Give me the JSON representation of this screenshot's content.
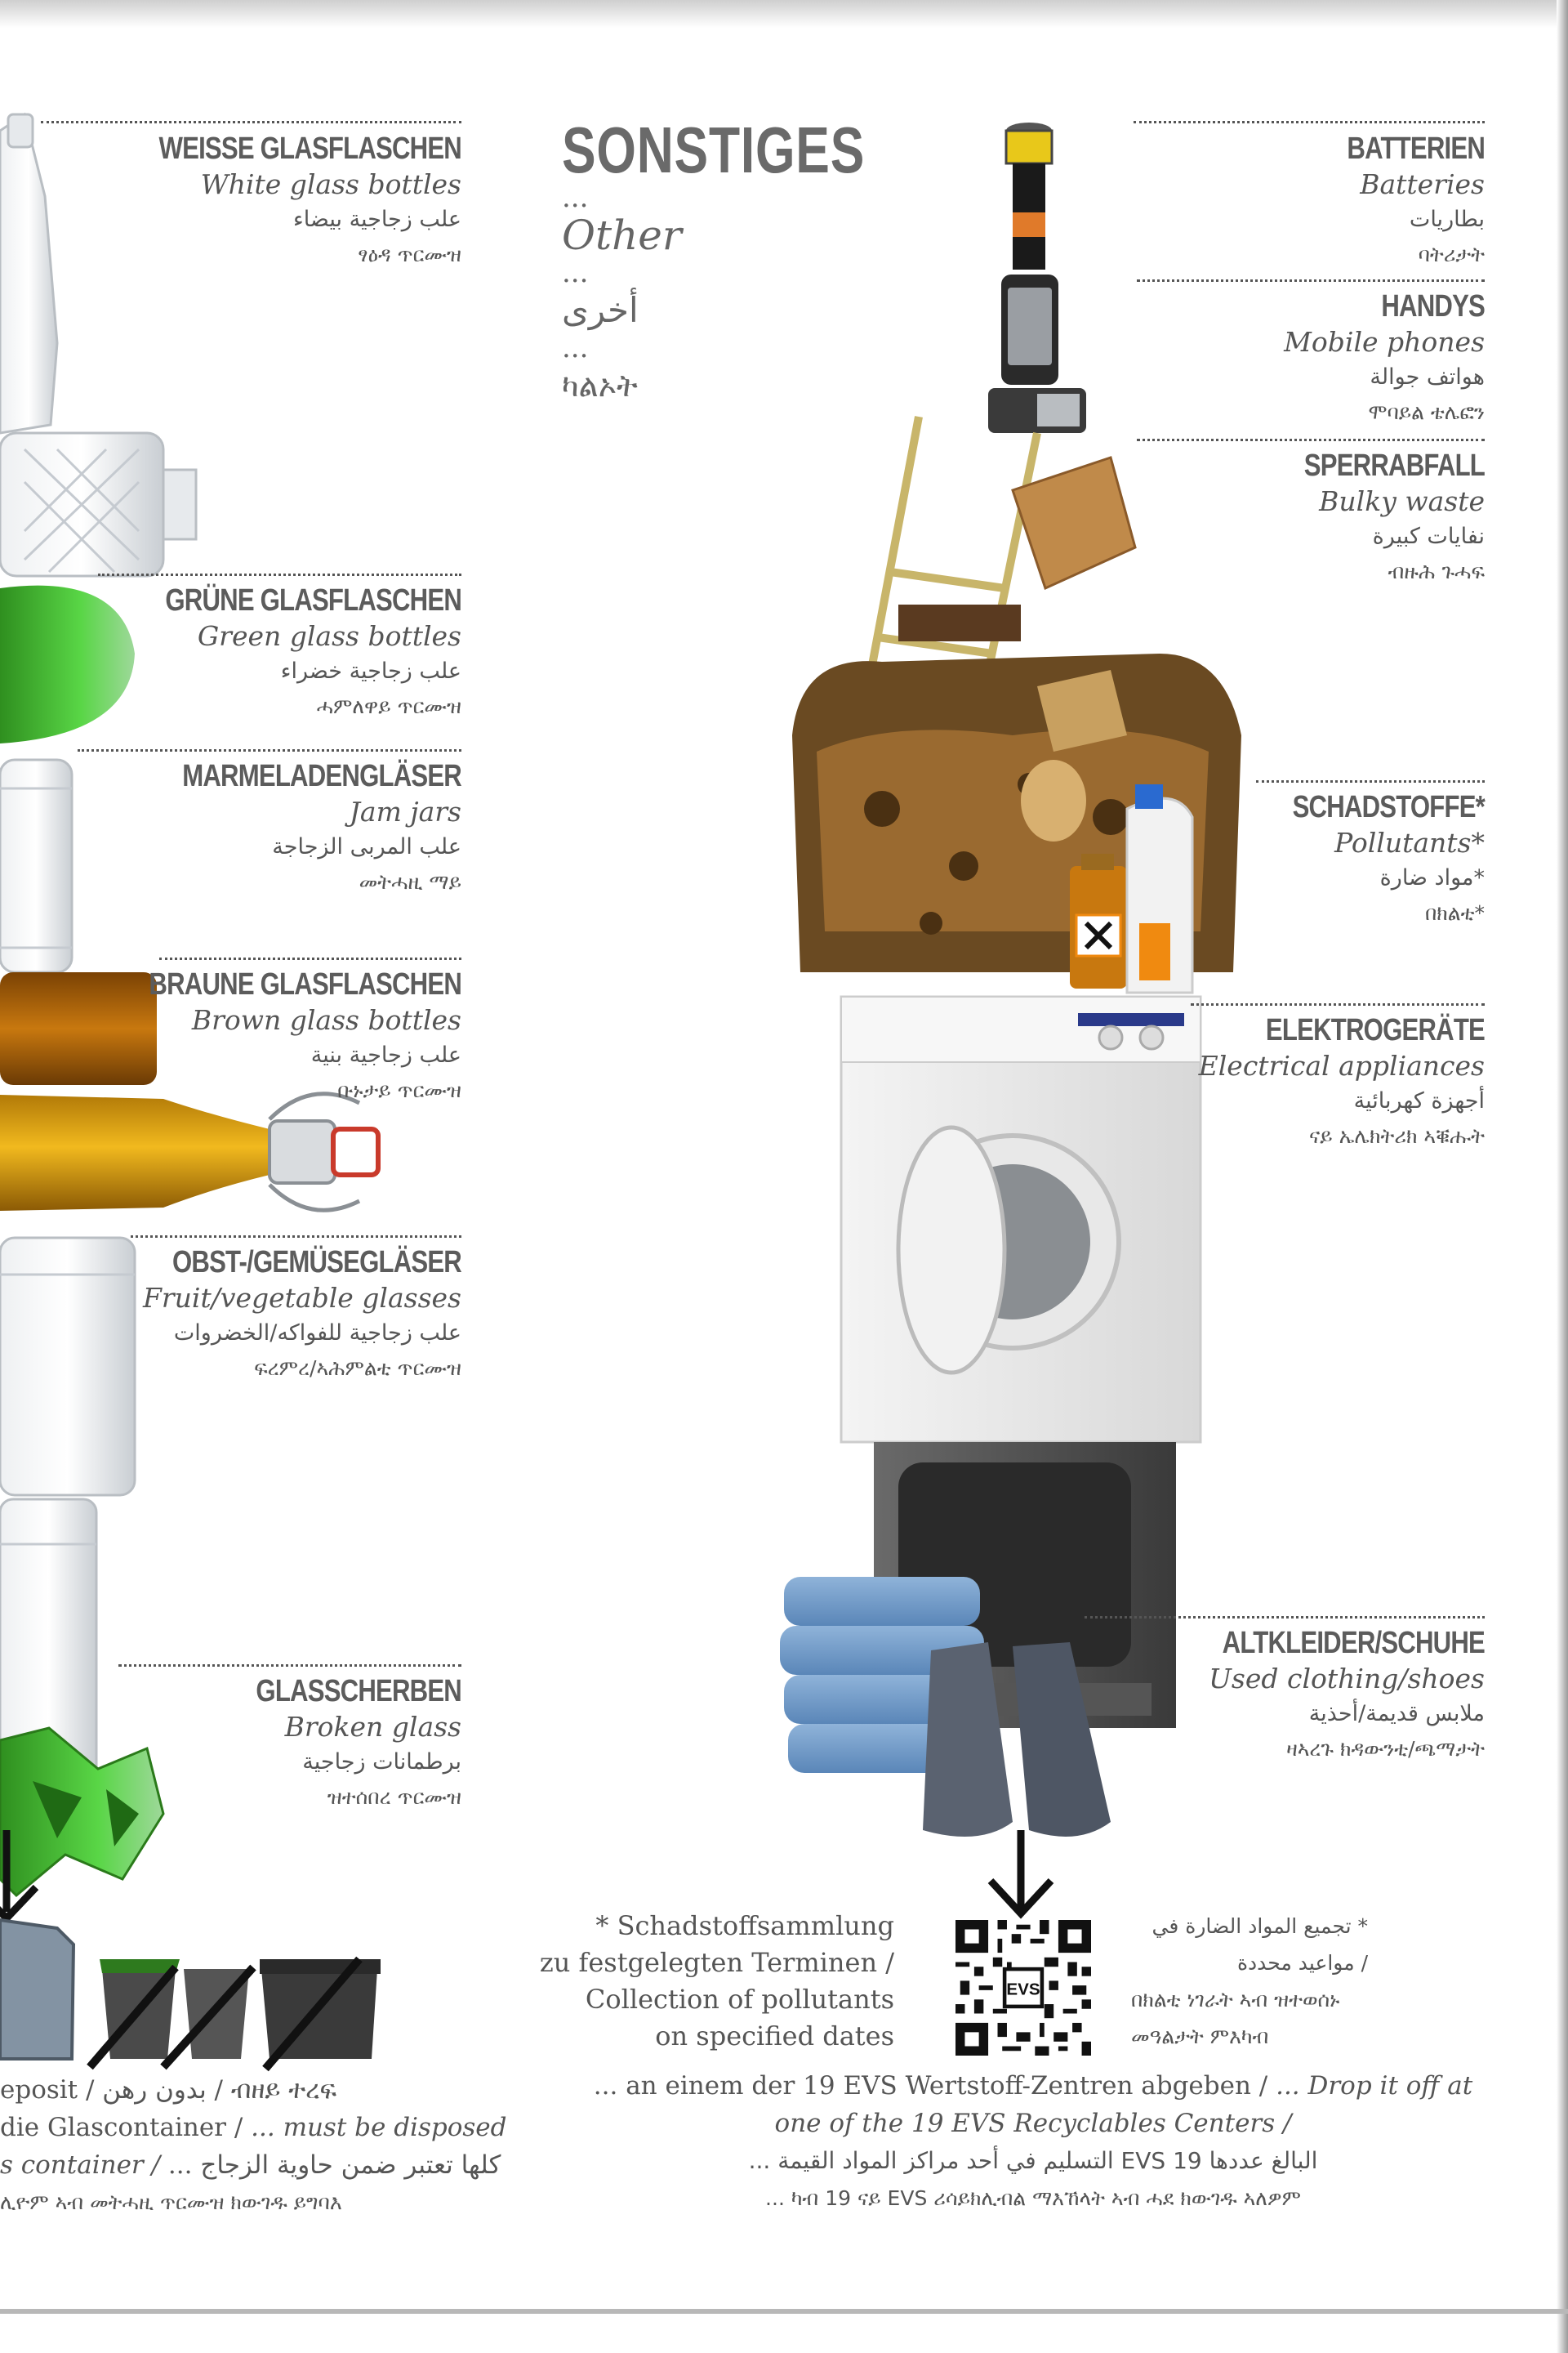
{
  "title": {
    "de": "SONSTIGES",
    "ellipsis": "...",
    "en": "Other",
    "ar": "أخرى",
    "am": "ካልኦት"
  },
  "glass": [
    {
      "de": "WEISSE GLASFLASCHEN",
      "en": "White glass bottles",
      "ar": "علب زجاجية بيضاء",
      "am": "ፃዕዳ ጥርሙዝ"
    },
    {
      "de": "GRÜNE GLASFLASCHEN",
      "en": "Green glass bottles",
      "ar": "علب زجاجية خضراء",
      "am": "ሓምለዋይ ጥርሙዝ"
    },
    {
      "de": "MARMELADENGLÄSER",
      "en": "Jam jars",
      "ar": "علب المربى الزجاجة",
      "am": "መትሓዚ ማይ"
    },
    {
      "de": "BRAUNE GLASFLASCHEN",
      "en": "Brown glass bottles",
      "ar": "علب زجاجية بنية",
      "am": "ቡኑታይ ጥርሙዝ"
    },
    {
      "de": "OBST-/GEMÜSEGLÄSER",
      "en": "Fruit/vegetable glasses",
      "ar": "علب زجاجية للفواكه/الخضروات",
      "am": "ፍረምረ/ኣሕምልቲ ጥርሙዝ"
    },
    {
      "de": "GLASSCHERBEN",
      "en": "Broken glass",
      "ar": "برطمانات زجاجية",
      "am": "ዝተሰበረ ጥርሙዝ"
    }
  ],
  "other": [
    {
      "de": "BATTERIEN",
      "en": "Batteries",
      "ar": "بطاريات",
      "am": "ባትሪታት"
    },
    {
      "de": "HANDYS",
      "en": "Mobile phones",
      "ar": "هواتف جوالة",
      "am": "ሞባይል ቴሌፎን"
    },
    {
      "de": "SPERRABFALL",
      "en": "Bulky waste",
      "ar": "نفايات كبيرة",
      "am": "ብዙሕ ጉሓፍ"
    },
    {
      "de": "SCHADSTOFFE*",
      "en": "Pollutants*",
      "ar": "*مواد ضارة",
      "am": "በክልቲ*"
    },
    {
      "de": "ELEKTROGERÄTE",
      "en": "Electrical appliances",
      "ar": "أجهزة كهربائية",
      "am": "ናይ ኤሌክትሪክ ኣቑሑት"
    },
    {
      "de": "ALTKLEIDER/SCHUHE",
      "en": "Used clothing/shoes",
      "ar": "ملابس قديمة/أحذية",
      "am": "ዛኣረጉ ክዳውንቲ/ጫማታት"
    }
  ],
  "note": {
    "l1": "* Schadstoffsammlung",
    "l2": "zu festgelegten Terminen /",
    "l3": "Collection of pollutants",
    "l4": "on specified dates",
    "r1": "* تجميع المواد الضارة في",
    "r2": "/ مواعيد محددة",
    "r3": "በክልቲ ነገራት ኣብ ዝተወሰኑ",
    "r4": "መዓልታት ምእካብ"
  },
  "qr_logo": "EVS",
  "footer_right": {
    "l1": "... an einem der 19 EVS Wertstoff-Zentren abgeben / ",
    "l1b": "... Drop it off at",
    "l2": "one of the 19 EVS Recyclables Centers /",
    "l3": "... التسليم في أحد مراكز المواد القيمة EVS البالغ عددها 19",
    "l4": "... ካብ 19 ናይ EVS ሪሳይክሊብል ማእኸላት ኣብ ሓደ ክውገዱ ኣለዎም"
  },
  "footer_left": {
    "l1": "eposit / بدون رهن / ብዘይ ተረፍ",
    "l2a": "die Glascontainer / ",
    "l2b": "... must be disposed",
    "l3a": "s container / ",
    "l3b": "... كلها تعتبر ضمن حاوية الزجاج",
    "l4": "ሊዮም ኣብ መትሓዚ ጥርሙዝ ክውገዱ ይግባእ"
  },
  "colors": {
    "text": "#555555",
    "heading": "#5c5c5c",
    "green": "#3aa52a",
    "amber": "#c98a12"
  }
}
